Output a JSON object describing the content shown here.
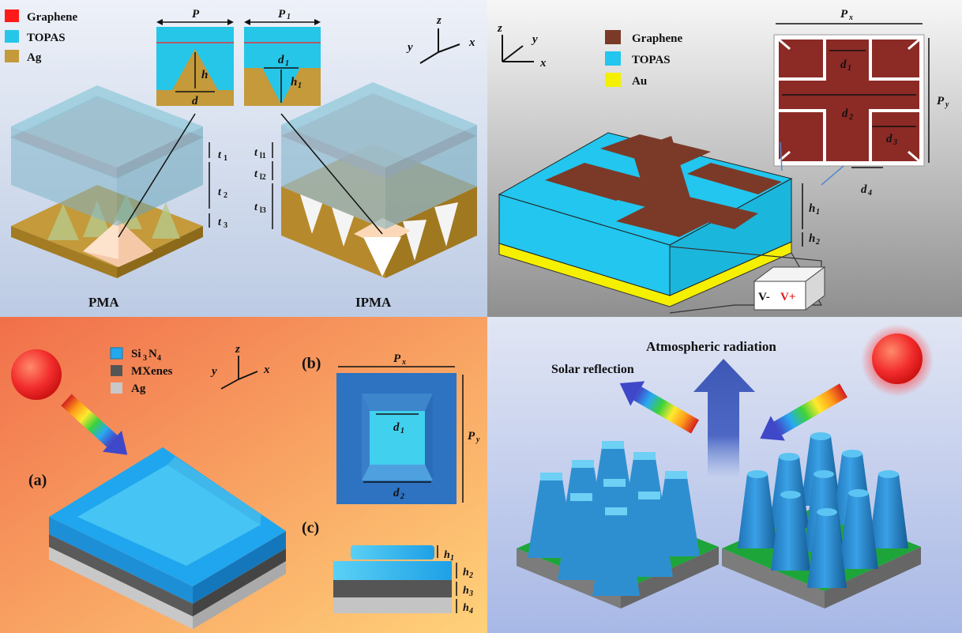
{
  "panel_tl": {
    "legend": [
      {
        "label": "Graphene",
        "color": "#ff1a1a"
      },
      {
        "label": "TOPAS",
        "color": "#26c6e8"
      },
      {
        "label": "Ag",
        "color": "#c49a3a"
      }
    ],
    "inset_pma": {
      "p": "P",
      "h": "h",
      "d": "d"
    },
    "inset_ipma": {
      "p": "P",
      "p_sub": "1",
      "d1": "d",
      "d1_sub": "1",
      "h1": "h",
      "h1_sub": "1"
    },
    "axes": {
      "z": "z",
      "y": "y",
      "x": "x"
    },
    "pma_dims": [
      {
        "t": "t",
        "s": "1"
      },
      {
        "t": "t",
        "s": "2"
      },
      {
        "t": "t",
        "s": "3"
      }
    ],
    "ipma_dims": [
      {
        "t": "t",
        "s": "l1"
      },
      {
        "t": "t",
        "s": "l2"
      },
      {
        "t": "t",
        "s": "l3"
      }
    ],
    "captions": {
      "pma": "PMA",
      "ipma": "IPMA"
    }
  },
  "panel_tr": {
    "axes": {
      "z": "z",
      "y": "y",
      "x": "x"
    },
    "legend": [
      {
        "label": "Graphene",
        "color": "#7b3a28"
      },
      {
        "label": "TOPAS",
        "color": "#22c6ee"
      },
      {
        "label": "Au",
        "color": "#f4f000"
      }
    ],
    "unit_cell": {
      "px": "P",
      "px_sub": "x",
      "py": "P",
      "py_sub": "y",
      "d1": "d",
      "d1_sub": "1",
      "d2": "d",
      "d2_sub": "2",
      "d3": "d",
      "d3_sub": "3",
      "d4": "d",
      "d4_sub": "4"
    },
    "dims": {
      "h1": "h",
      "h1_sub": "1",
      "h2": "h",
      "h2_sub": "2"
    },
    "source": {
      "neg": "V-",
      "pos": "V+"
    }
  },
  "panel_bl": {
    "legend": [
      {
        "label": "Si",
        "sub1": "3",
        "mid": "N",
        "sub2": "4",
        "color": "#21a8ee"
      },
      {
        "label": "MXenes",
        "color": "#555555"
      },
      {
        "label": "Ag",
        "color": "#c8c8c8"
      }
    ],
    "axes": {
      "z": "z",
      "y": "y",
      "x": "x"
    },
    "tags": {
      "a": "(a)",
      "b": "(b)",
      "c": "(c)"
    },
    "top_view": {
      "px": "P",
      "px_sub": "x",
      "py": "P",
      "py_sub": "y",
      "d1": "d",
      "d1_sub": "1",
      "d2": "d",
      "d2_sub": "2"
    },
    "layers": [
      {
        "t": "h",
        "s": "1"
      },
      {
        "t": "h",
        "s": "2"
      },
      {
        "t": "h",
        "s": "3"
      },
      {
        "t": "h",
        "s": "4"
      }
    ]
  },
  "panel_br": {
    "atmospheric": "Atmospheric radiation",
    "solar": "Solar reflection"
  }
}
